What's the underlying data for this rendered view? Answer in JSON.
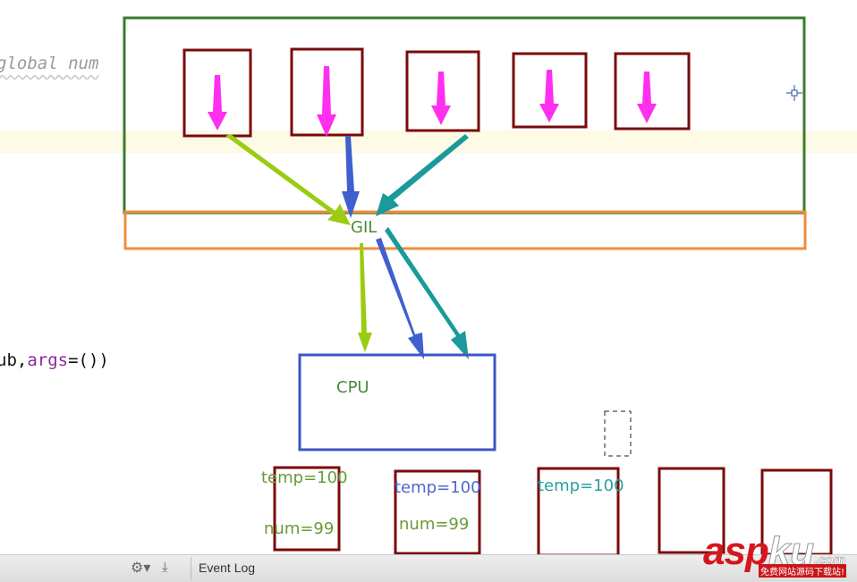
{
  "code": {
    "line1": "global num",
    "line2_prefix": "ub,",
    "line2_kw": "args",
    "line2_suffix": "=())"
  },
  "diagram": {
    "gil_label": "GIL",
    "cpu_label": "CPU",
    "threads": [
      {
        "temp": "temp=100",
        "num": "num=99"
      },
      {
        "temp": "temp=100",
        "num": "num=99"
      },
      {
        "temp": "temp=100",
        "num": ""
      }
    ],
    "colors": {
      "process_box": "#3a7d2c",
      "gil_box": "#f08c3c",
      "cpu_box": "#3c55c8",
      "thread_box": "#7a0a0a",
      "down_arrow": "#ff2ff0",
      "green": "#9acc10",
      "blue": "#4060d0",
      "teal": "#1a9a9a"
    }
  },
  "statusbar": {
    "event_log": "Event Log"
  },
  "watermark": {
    "brand_a": "asp",
    "brand_b": "ku",
    "domain": ".com",
    "tagline": "免费网站源码下载站!"
  }
}
